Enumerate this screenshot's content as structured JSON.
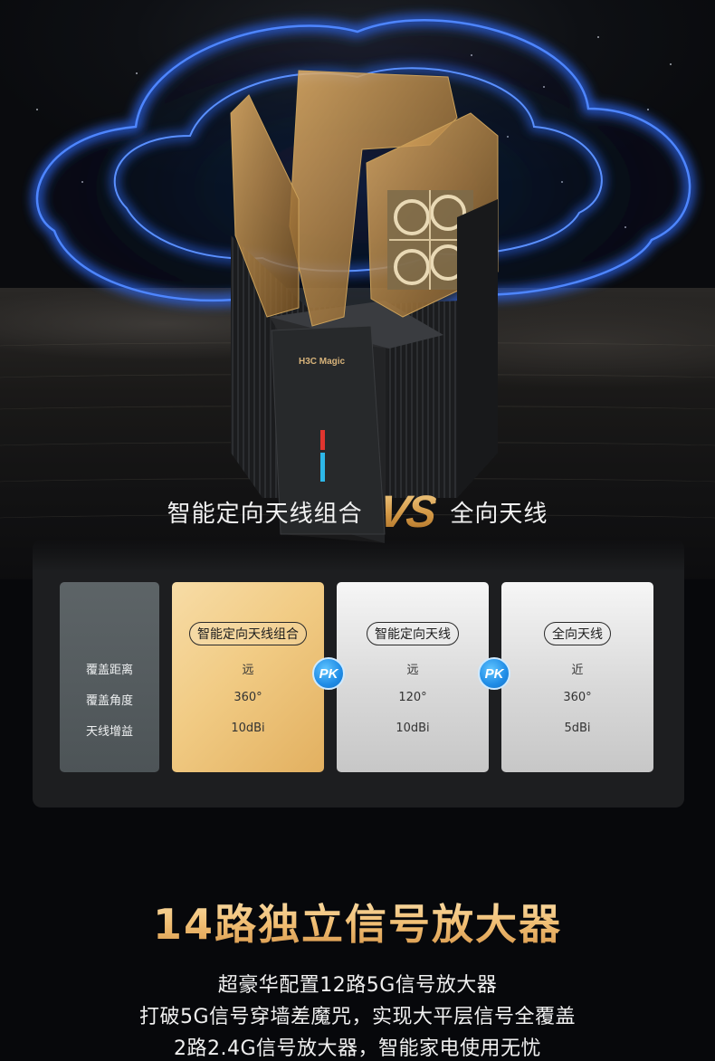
{
  "hero": {
    "logo_text": "H3C Magic",
    "headline_left": "智能定向天线组合",
    "vs_text": "VS",
    "headline_right": "全向天线"
  },
  "compare": {
    "row_labels": [
      "覆盖距离",
      "覆盖角度",
      "天线增益"
    ],
    "pk_label": "PK",
    "columns": [
      {
        "title": "智能定向天线组合",
        "values": [
          "远",
          "360°",
          "10dBi"
        ]
      },
      {
        "title": "智能定向天线",
        "values": [
          "远",
          "120°",
          "10dBi"
        ]
      },
      {
        "title": "全向天线",
        "values": [
          "近",
          "360°",
          "5dBi"
        ]
      }
    ]
  },
  "section": {
    "title": "14路独立信号放大器",
    "lines": [
      "超豪华配置12路5G信号放大器",
      "打破5G信号穿墙差魔咒，实现大平层信号全覆盖",
      "2路2.4G信号放大器，智能家电使用无忧"
    ]
  },
  "colors": {
    "gold_accent": "#e9b86a",
    "pk_blue": "#1f8ce6",
    "signal_blue": "#2f6cff"
  }
}
